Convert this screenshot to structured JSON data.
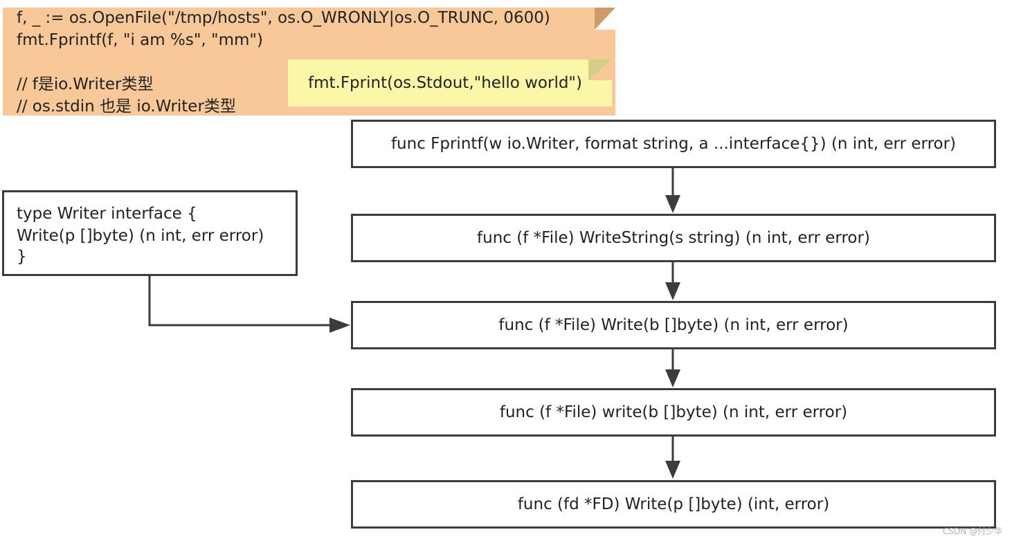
{
  "code_note": {
    "lines": [
      "f, _ := os.OpenFile(\"/tmp/hosts\", os.O_WRONLY|os.O_TRUNC, 0600)",
      "fmt.Fprintf(f, \"i am %s\", \"mm\")",
      "// f是io.Writer类型",
      "// os.stdin 也是 io.Writer类型"
    ]
  },
  "print_note": {
    "text": "fmt.Fprint(os.Stdout,\"hello world\")"
  },
  "interface_box": {
    "lines": [
      "type Writer interface {",
      " Write(p []byte) (n int, err error)",
      "}"
    ]
  },
  "call_chain": [
    {
      "label": "func Fprintf(w io.Writer, format string, a ...interface{}) (n int, err error)"
    },
    {
      "label": "func (f *File) WriteString(s string) (n int, err error)"
    },
    {
      "label": "func (f *File) Write(b []byte) (n int, err error)"
    },
    {
      "label": "func (f *File) write(b []byte) (n int, err error)"
    },
    {
      "label": "func (fd *FD) Write(p []byte) (int, error)"
    }
  ],
  "watermark": "CSDN @付少华",
  "colors": {
    "orange_note": "#f8c898",
    "yellow_note": "#fbf7a8",
    "stroke": "#3c3c3c"
  }
}
